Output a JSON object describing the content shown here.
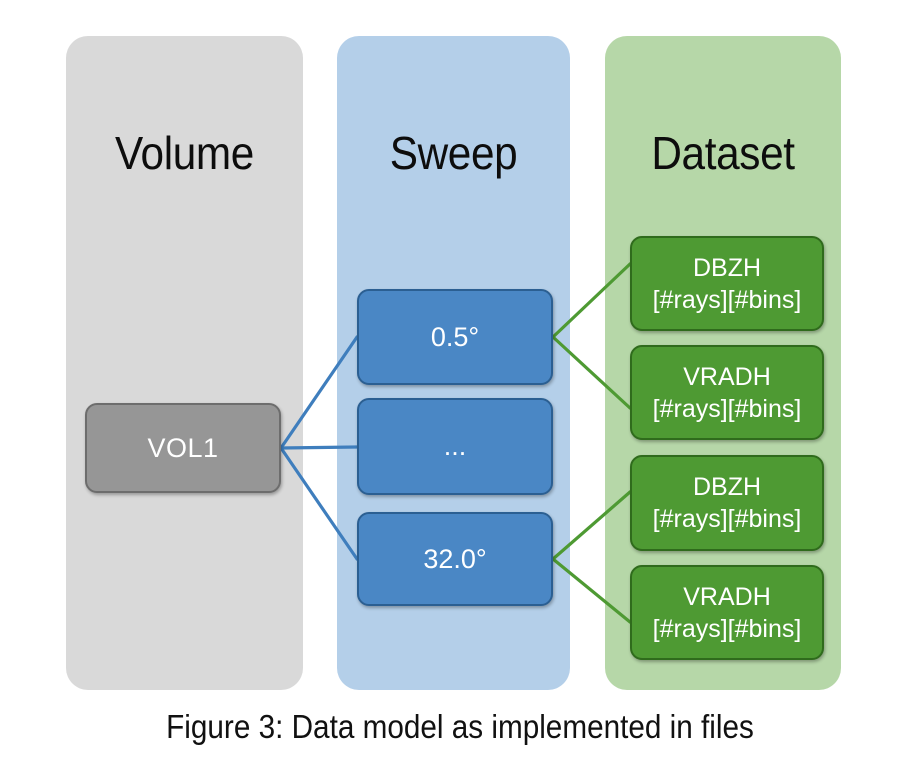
{
  "figure": {
    "caption": "Figure 3: Data model as implemented in files",
    "background": "#ffffff"
  },
  "columns": [
    {
      "key": "volume",
      "title": "Volume",
      "panel_color": "#d9d9d9"
    },
    {
      "key": "sweep",
      "title": "Sweep",
      "panel_color": "#b4cfe9"
    },
    {
      "key": "dataset",
      "title": "Dataset",
      "panel_color": "#b6d7a8"
    }
  ],
  "volume_nodes": [
    {
      "label": "VOL1",
      "fill": "#969696",
      "stroke": "#6d6d6d"
    }
  ],
  "sweep_nodes": [
    {
      "label": "0.5°",
      "fill": "#4a87c5",
      "stroke": "#2b5f92"
    },
    {
      "label": "...",
      "fill": "#4a87c5",
      "stroke": "#2b5f92"
    },
    {
      "label": "32.0°",
      "fill": "#4a87c5",
      "stroke": "#2b5f92"
    }
  ],
  "dataset_nodes": [
    {
      "name": "DBZH",
      "dims": "[#rays][#bins]",
      "fill": "#4e9a33",
      "stroke": "#2f6b1c"
    },
    {
      "name": "VRADH",
      "dims": "[#rays][#bins]",
      "fill": "#4e9a33",
      "stroke": "#2f6b1c"
    },
    {
      "name": "DBZH",
      "dims": "[#rays][#bins]",
      "fill": "#4e9a33",
      "stroke": "#2f6b1c"
    },
    {
      "name": "VRADH",
      "dims": "[#rays][#bins]",
      "fill": "#4e9a33",
      "stroke": "#2f6b1c"
    }
  ],
  "connectors": {
    "volume_to_sweep_color": "#3f7ebd",
    "sweep_to_dataset_color": "#4e9a33",
    "volume_to_sweep_count": 3,
    "sweep_to_dataset_count": 4
  }
}
